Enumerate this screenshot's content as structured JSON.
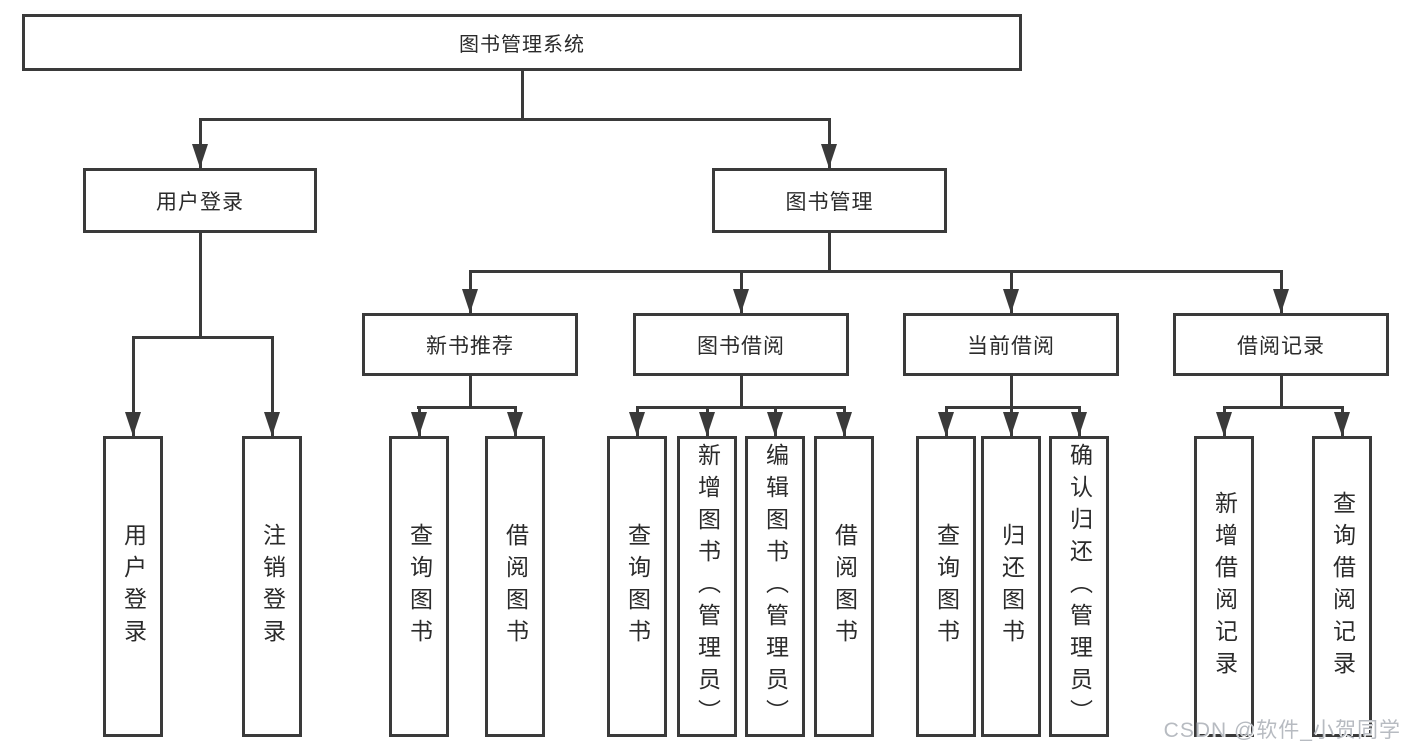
{
  "colors": {
    "line": "#3a3a3a",
    "text": "#2b2b2b",
    "background": "#ffffff",
    "watermark": "#b7bbc1"
  },
  "watermark": {
    "text": "CSDN @软件_小贺同学"
  },
  "tree": {
    "label": "图书管理系统",
    "children": [
      {
        "label": "用户登录",
        "children": [
          {
            "label": "用户登录"
          },
          {
            "label": "注销登录"
          }
        ]
      },
      {
        "label": "图书管理",
        "children": [
          {
            "label": "新书推荐",
            "children": [
              {
                "label": "查询图书"
              },
              {
                "label": "借阅图书"
              }
            ]
          },
          {
            "label": "图书借阅",
            "children": [
              {
                "label": "查询图书"
              },
              {
                "label": "新增图书（管理员）"
              },
              {
                "label": "编辑图书（管理员）"
              },
              {
                "label": "借阅图书"
              }
            ]
          },
          {
            "label": "当前借阅",
            "children": [
              {
                "label": "查询图书"
              },
              {
                "label": "归还图书"
              },
              {
                "label": "确认归还（管理员）"
              }
            ]
          },
          {
            "label": "借阅记录",
            "children": [
              {
                "label": "新增借阅记录"
              },
              {
                "label": "查询借阅记录"
              }
            ]
          }
        ]
      }
    ]
  }
}
